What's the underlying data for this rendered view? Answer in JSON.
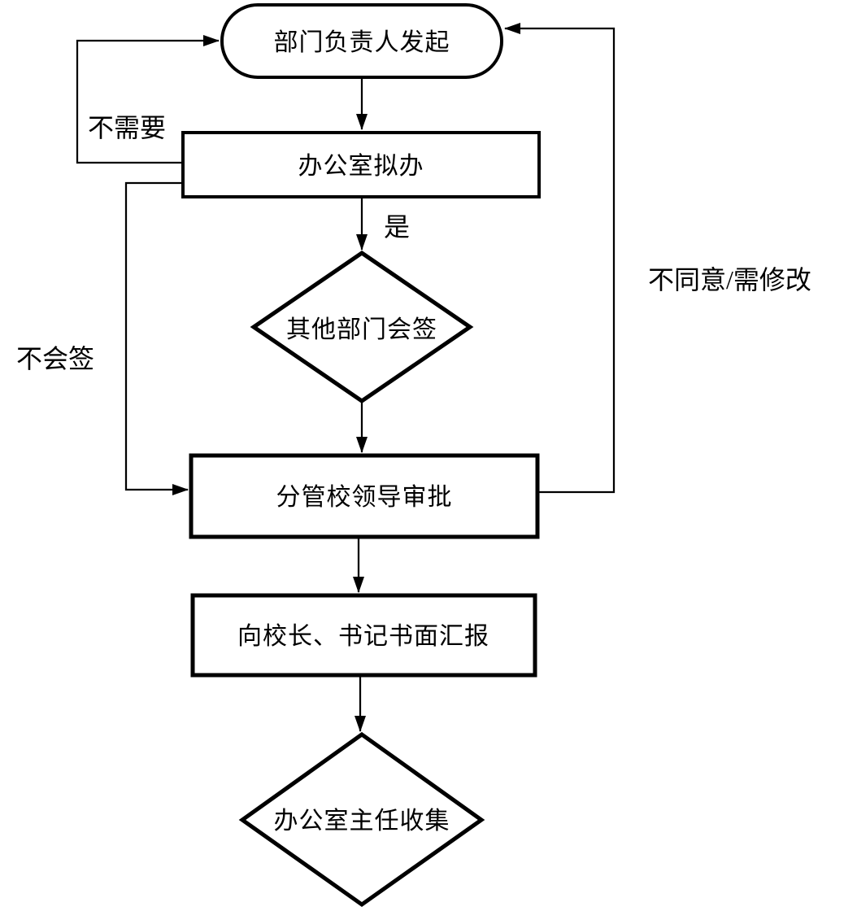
{
  "diagram": {
    "type": "flowchart",
    "colors": {
      "stroke": "#000000",
      "fill": "#ffffff",
      "background": "#ffffff"
    },
    "nodes": {
      "start": {
        "shape": "terminator",
        "label": "部门负责人发起"
      },
      "draft": {
        "shape": "process",
        "label": "办公室拟办"
      },
      "countersign": {
        "shape": "decision",
        "label": "其他部门会签"
      },
      "approve": {
        "shape": "process",
        "label": "分管校领导审批"
      },
      "report": {
        "shape": "process",
        "label": "向校长、书记书面汇报"
      },
      "collect": {
        "shape": "decision",
        "label": "办公室主任收集"
      }
    },
    "edges": [
      {
        "from": "start",
        "to": "draft",
        "label": ""
      },
      {
        "from": "draft",
        "to": "countersign",
        "label": "是"
      },
      {
        "from": "countersign",
        "to": "approve",
        "label": ""
      },
      {
        "from": "approve",
        "to": "report",
        "label": ""
      },
      {
        "from": "report",
        "to": "collect",
        "label": ""
      },
      {
        "from": "draft",
        "to": "start",
        "label": "不需要"
      },
      {
        "from": "draft",
        "to": "approve",
        "label": "不会签"
      },
      {
        "from": "approve",
        "to": "start",
        "label": "不同意/需修改"
      }
    ]
  }
}
